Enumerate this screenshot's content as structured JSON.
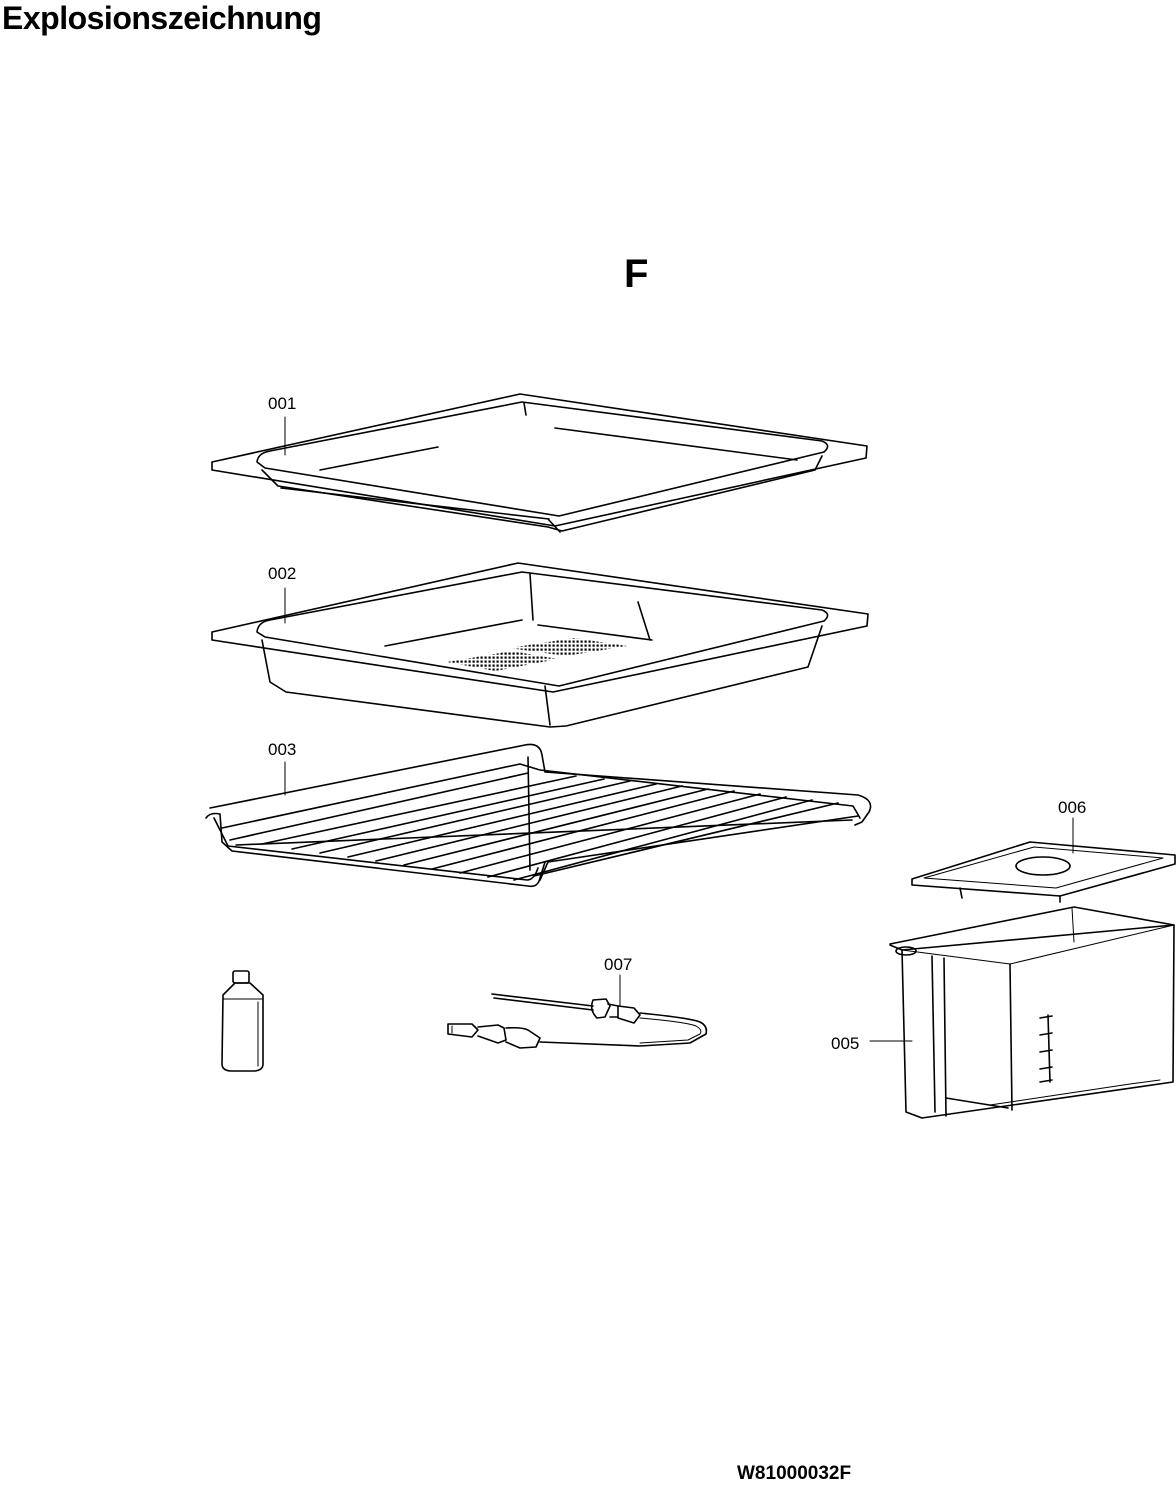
{
  "header": {
    "title": "Explosionszeichnung"
  },
  "section": {
    "letter": "F"
  },
  "footer": {
    "code": "W81000032F"
  },
  "parts": [
    {
      "id": "001",
      "label": "001",
      "icon": "shallow-baking-tray-icon"
    },
    {
      "id": "002",
      "label": "002",
      "icon": "perforated-deep-tray-icon"
    },
    {
      "id": "003",
      "label": "003",
      "icon": "wire-grill-rack-icon"
    },
    {
      "id": "005",
      "label": "005",
      "icon": "water-tank-icon"
    },
    {
      "id": "006",
      "label": "006",
      "icon": "water-tank-lid-icon"
    },
    {
      "id": "007",
      "label": "007",
      "icon": "core-temperature-probe-icon"
    },
    {
      "id": "bottle",
      "label": "",
      "icon": "descaler-bottle-icon"
    }
  ]
}
